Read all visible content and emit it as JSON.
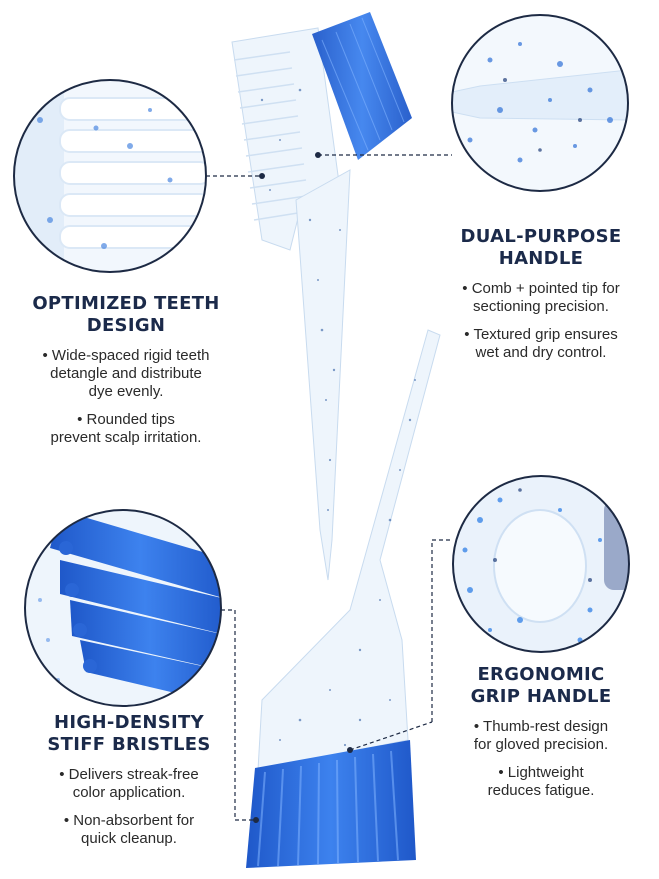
{
  "features": {
    "teeth": {
      "title_line1": "OPTIMIZED TEETH",
      "title_line2": "DESIGN",
      "bullet1_line1": "• Wide-spaced rigid teeth",
      "bullet1_line2": "detangle and distribute",
      "bullet1_line3": "dye evenly.",
      "bullet2_line1": "• Rounded tips",
      "bullet2_line2": "prevent scalp irritation."
    },
    "handle": {
      "title_line1": "DUAL-PURPOSE",
      "title_line2": "HANDLE",
      "bullet1_line1": "• Comb + pointed tip for",
      "bullet1_line2": "sectioning precision.",
      "bullet2_line1": "• Textured grip ensures",
      "bullet2_line2": "wet and dry control."
    },
    "bristles": {
      "title_line1": "HIGH-DENSITY",
      "title_line2": "STIFF BRISTLES",
      "bullet1_line1": "• Delivers streak-free",
      "bullet1_line2": "color application.",
      "bullet2_line1": "• Non-absorbent for",
      "bullet2_line2": "quick cleanup."
    },
    "grip": {
      "title_line1": "ERGONOMIC",
      "title_line2": "GRIP HANDLE",
      "bullet1_line1": "• Thumb-rest design",
      "bullet1_line2": "for gloved precision.",
      "bullet2_line1": "• Lightweight",
      "bullet2_line2": "reduces fatigue."
    }
  },
  "colors": {
    "heading": "#1b2a4a",
    "bristle_blue": "#2f6fe0",
    "circle_border": "#1d2a44",
    "plastic": "#e6f1fb"
  }
}
